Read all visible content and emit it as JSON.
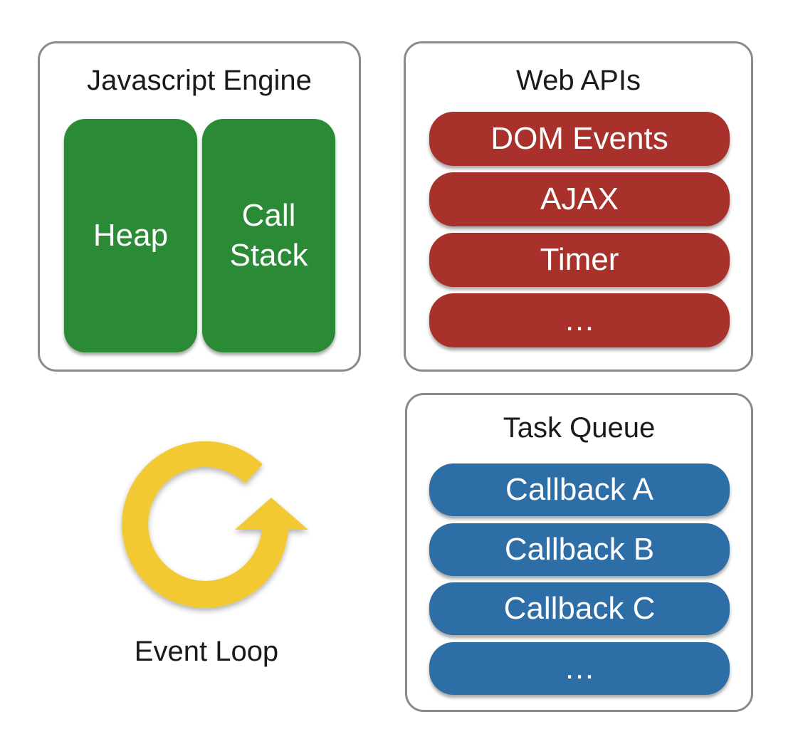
{
  "engine": {
    "title": "Javascript Engine",
    "heap_label": "Heap",
    "stack_label_line1": "Call",
    "stack_label_line2": "Stack"
  },
  "web_apis": {
    "title": "Web APIs",
    "items": [
      "DOM Events",
      "AJAX",
      "Timer",
      "…"
    ]
  },
  "task_queue": {
    "title": "Task Queue",
    "items": [
      "Callback A",
      "Callback B",
      "Callback C",
      "…"
    ]
  },
  "event_loop": {
    "label": "Event Loop",
    "icon": "circular-arrow-icon"
  },
  "colors": {
    "engine_block": "#2a8a35",
    "web_api_block": "#a8322b",
    "task_block": "#2e6ea6",
    "loop_icon": "#f2c931",
    "panel_border": "#8a8a8a"
  }
}
